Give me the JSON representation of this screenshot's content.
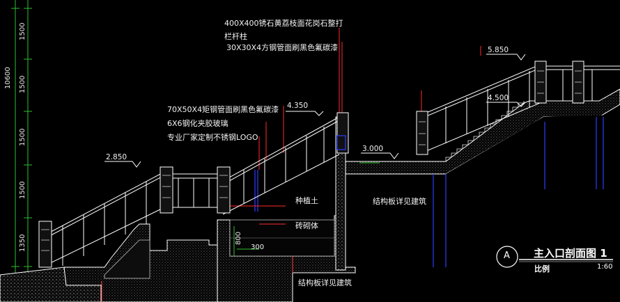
{
  "title": {
    "circle_letter": "A",
    "name": "主入口剖面图 1",
    "scale_label": "比例",
    "scale_value": "1:60"
  },
  "notes": {
    "top_material": "400X400锈石黄荔枝面花岗石整打",
    "railing_post": "栏杆柱",
    "steel_tube_small": "30X30X4方钢管面刷黑色氟碳漆",
    "steel_tube_rect": "70X50X4矩钢管面刷黑色氟碳漆",
    "glass": "6X6钢化夹胶玻璃",
    "logo": "专业厂家定制不锈钢LOGO",
    "planting_soil": "种植土",
    "brick_masonry": "砖砌体",
    "structure_slab_right": "结构板详见建筑",
    "structure_slab_bottom": "结构板详见建筑"
  },
  "elevations": {
    "e_2850": "2.850",
    "e_4350": "4.350",
    "e_3000": "3.000",
    "e_5850": "5.850",
    "e_4500": "4.500"
  },
  "dimensions": {
    "total": "10600",
    "d1": "1500",
    "d2": "1500",
    "d3": "1500",
    "d4": "1500",
    "d5": "1350",
    "d_800": "800",
    "d_300": "300"
  },
  "colors": {
    "background": "#000000",
    "lines": "#ffffff",
    "leader": "#ff2a2a",
    "column": "#2f3dff",
    "dim_green": "#2fbf2f",
    "hatch": "#9a9a9a"
  }
}
